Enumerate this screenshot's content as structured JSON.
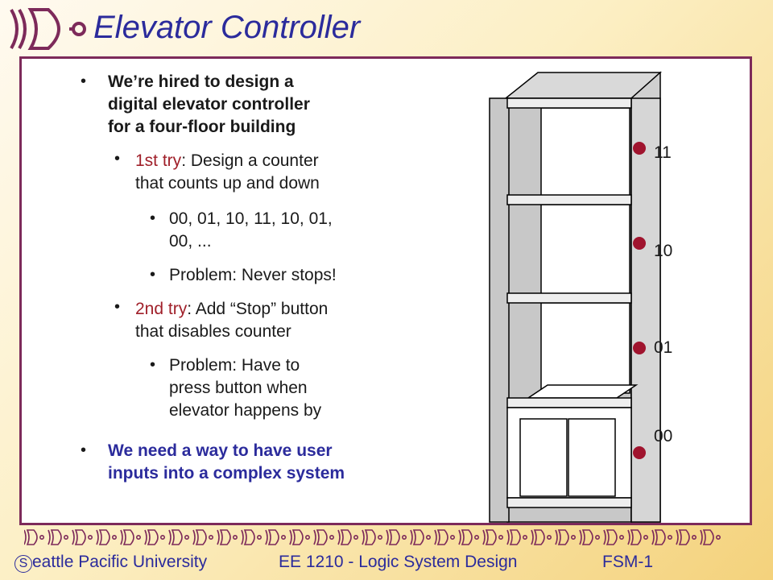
{
  "slide": {
    "title": "Elevator Controller",
    "bullets": [
      {
        "text_lines": [
          "We’re hired to design a",
          "digital elevator controller",
          "for a four-floor building"
        ]
      },
      {
        "prefix": "1st try",
        "text_lines": [
          ": Design a counter",
          "that counts up and down"
        ]
      },
      {
        "text_lines": [
          "00, 01, 10, 11, 10, 01,",
          "00, ..."
        ]
      },
      {
        "text_lines": [
          "Problem: Never stops!"
        ]
      },
      {
        "prefix": "2nd try",
        "text_lines": [
          ": Add “Stop” button",
          "that disables counter"
        ]
      },
      {
        "text_lines": [
          "Problem: Have to",
          "press button when",
          "elevator happens by"
        ]
      },
      {
        "text_lines": [
          "We need a way to have user",
          "inputs into a complex system"
        ]
      }
    ],
    "floors": [
      "11",
      "10",
      "01",
      "00"
    ]
  },
  "footer": {
    "university_initial": "S",
    "university_rest": "eattle  Pacific University",
    "course": "EE 1210 - Logic System Design",
    "slide_id": "FSM-1"
  },
  "colors": {
    "title": "#2b2b9c",
    "border": "#7d2a5a",
    "accent_red": "#a0202a",
    "dot": "#a0142e"
  }
}
